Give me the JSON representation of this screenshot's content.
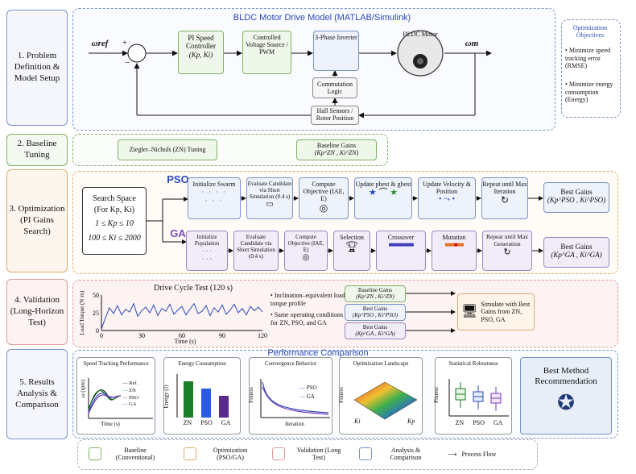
{
  "stages": [
    {
      "label": "1. Problem Definition & Model Setup"
    },
    {
      "label": "2. Baseline Tuning"
    },
    {
      "label": "3. Optimization (PI Gains Search)"
    },
    {
      "label": "4. Validation (Long-Horizon Test)"
    },
    {
      "label": "5. Results Analysis & Comparison"
    }
  ],
  "model": {
    "title": "BLDC Motor Drive Model (MATLAB/Simulink)",
    "omega_ref": "ωref",
    "omega_m": "ωm",
    "plus": "+",
    "minus": "−",
    "pi_controller": "PI Speed Controller",
    "pi_params": "(Kp, Ki)",
    "cvs": "Controlled Voltage Source / PWM",
    "inverter": "3-Phase Inverter",
    "motor": "BLDC Motor",
    "commutation": "Commutation Logic",
    "hall": "Hall Sensors / Rotor Position"
  },
  "objectives": {
    "title": "Optimization Objectives",
    "items": [
      "Minimize speed tracking error (RMSE)",
      "Minimize energy consumption (Energy)"
    ]
  },
  "baseline": {
    "zn": "Ziegler–Nichols (ZN) Tuning",
    "gains_title": "Baseline Gains",
    "gains": "(Kp^ZN , Ki^ZN)"
  },
  "search_space": {
    "title": "Search Space",
    "for": "(For Kp, Ki)",
    "kp_range": "1 ≤ Kp ≤ 10",
    "ki_range": "100 ≤ Ki ≤ 2000"
  },
  "pso": {
    "label": "PSO",
    "steps": [
      "Initialize Swarm",
      "Evaluate Candidate via Short Simulation (0.4 s)",
      "Compute Objective (IAE, E)",
      "Update pbest & gbest",
      "Update Velocity & Position",
      "Repeat until Max Iteration"
    ],
    "best_title": "Best Gains",
    "best": "(Kp^PSO , Ki^PSO)"
  },
  "ga": {
    "label": "GA",
    "steps": [
      "Initialize Population",
      "Evaluate Candidate via Short Simulation (0.4 s)",
      "Compute Objective (IAE, E)",
      "Selection",
      "Crossover",
      "Mutation",
      "Repeat until Max Generation"
    ],
    "best_title": "Best Gains",
    "best": "(Kp^GA , Ki^GA)"
  },
  "validation": {
    "chart_title": "Drive Cycle Test (120 s)",
    "ylabel": "Load Torque (N·m)",
    "xlabel": "Time (s)",
    "bullets": [
      "Inclination–equivalent load torque profile",
      "Same operating conditions for ZN, PSO, and GA"
    ],
    "gain_boxes": [
      {
        "title": "Baseline Gains",
        "gains": "(Kp^ZN , Ki^ZN)"
      },
      {
        "title": "Best Gains",
        "gains": "(Kp^PSO , Ki^PSO)"
      },
      {
        "title": "Best Gains",
        "gains": "(Kp^GA , Ki^GA)"
      }
    ],
    "simulate": "Simulate with Best Gains from ZN, PSO, GA"
  },
  "results": {
    "title": "Performance Comparison",
    "speed": {
      "title": "Speed Tracking Performance",
      "ylabel": "ω (rpm)",
      "xlabel": "Time (s)",
      "legend": [
        "Ref.",
        "ZN",
        "PSO",
        "GA"
      ]
    },
    "energy": {
      "title": "Energy Consumption",
      "ylabel": "Energy (J)",
      "categories": [
        "ZN",
        "PSO",
        "GA"
      ],
      "values": [
        3.0,
        2.4,
        1.8
      ]
    },
    "convergence": {
      "title": "Convergence Behavior",
      "ylabel": "Fitness",
      "xlabel": "Iteration",
      "legend": [
        "PSO",
        "GA"
      ]
    },
    "landscape": {
      "title": "Optimization Landscape",
      "ylabel": "Fitness",
      "x1": "Ki",
      "x2": "Kp"
    },
    "robustness": {
      "title": "Statistical Robustness",
      "ylabel": "Fitness",
      "categories": [
        "ZN",
        "PSO",
        "GA"
      ]
    },
    "best": "Best Method Recommendation"
  },
  "legend": [
    {
      "label": "Baseline (Conventional)",
      "color": "#7fb068"
    },
    {
      "label": "Optimization (PSO/GA)",
      "color": "#e0aa6a"
    },
    {
      "label": "Validation (Long Test)",
      "color": "#e39a9a"
    },
    {
      "label": "Analysis & Comparison",
      "color": "#7a92c9"
    },
    {
      "label": "Process Flow",
      "color": "#111111"
    }
  ],
  "chart_data": {
    "type": "line",
    "title": "Drive Cycle Test (120 s)",
    "xlabel": "Time (s)",
    "ylabel": "Load Torque (N·m)",
    "xlim": [
      0,
      120
    ],
    "ylim": [
      0,
      50
    ],
    "xticks": [
      0,
      30,
      60,
      90,
      120
    ],
    "yticks": [
      0,
      25,
      50
    ],
    "x": [
      0,
      3,
      6,
      9,
      12,
      15,
      18,
      21,
      24,
      27,
      30,
      33,
      36,
      39,
      42,
      45,
      48,
      51,
      54,
      57,
      60,
      63,
      66,
      69,
      72,
      75,
      78,
      81,
      84,
      87,
      90,
      93,
      96,
      99,
      102,
      105,
      108,
      111,
      114,
      117,
      120
    ],
    "y": [
      2,
      18,
      32,
      24,
      35,
      22,
      30,
      26,
      38,
      20,
      28,
      33,
      25,
      36,
      21,
      31,
      27,
      37,
      23,
      29,
      34,
      22,
      30,
      38,
      24,
      27,
      35,
      21,
      32,
      26,
      36,
      23,
      29,
      37,
      25,
      31,
      22,
      34,
      28,
      33,
      26
    ]
  }
}
